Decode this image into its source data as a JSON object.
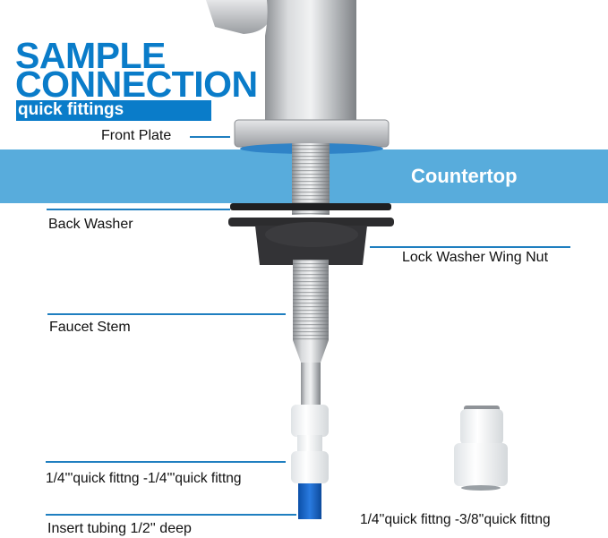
{
  "header": {
    "title_line1": "SAMPLE",
    "title_line2": "CONNECTION",
    "subtitle": "quick fittings"
  },
  "countertop": {
    "label": "Countertop"
  },
  "labels": {
    "front_plate": "Front Plate",
    "back_washer": "Back Washer",
    "lock_washer_wing_nut": "Lock Washer Wing Nut",
    "faucet_stem": "Faucet Stem",
    "fitting_1": "1/4'''quick fittng  -1/4'''quick fittng",
    "insert_tubing": "Insert tubing 1/2'' deep",
    "fitting_2": "1/4''quick fittng -3/8''quick fittng"
  },
  "colors": {
    "brand_blue": "#0a7cc9",
    "countertop_blue": "#58acdc",
    "leader_line": "#1f7fc0",
    "tubing_blue": "#1565c8"
  }
}
